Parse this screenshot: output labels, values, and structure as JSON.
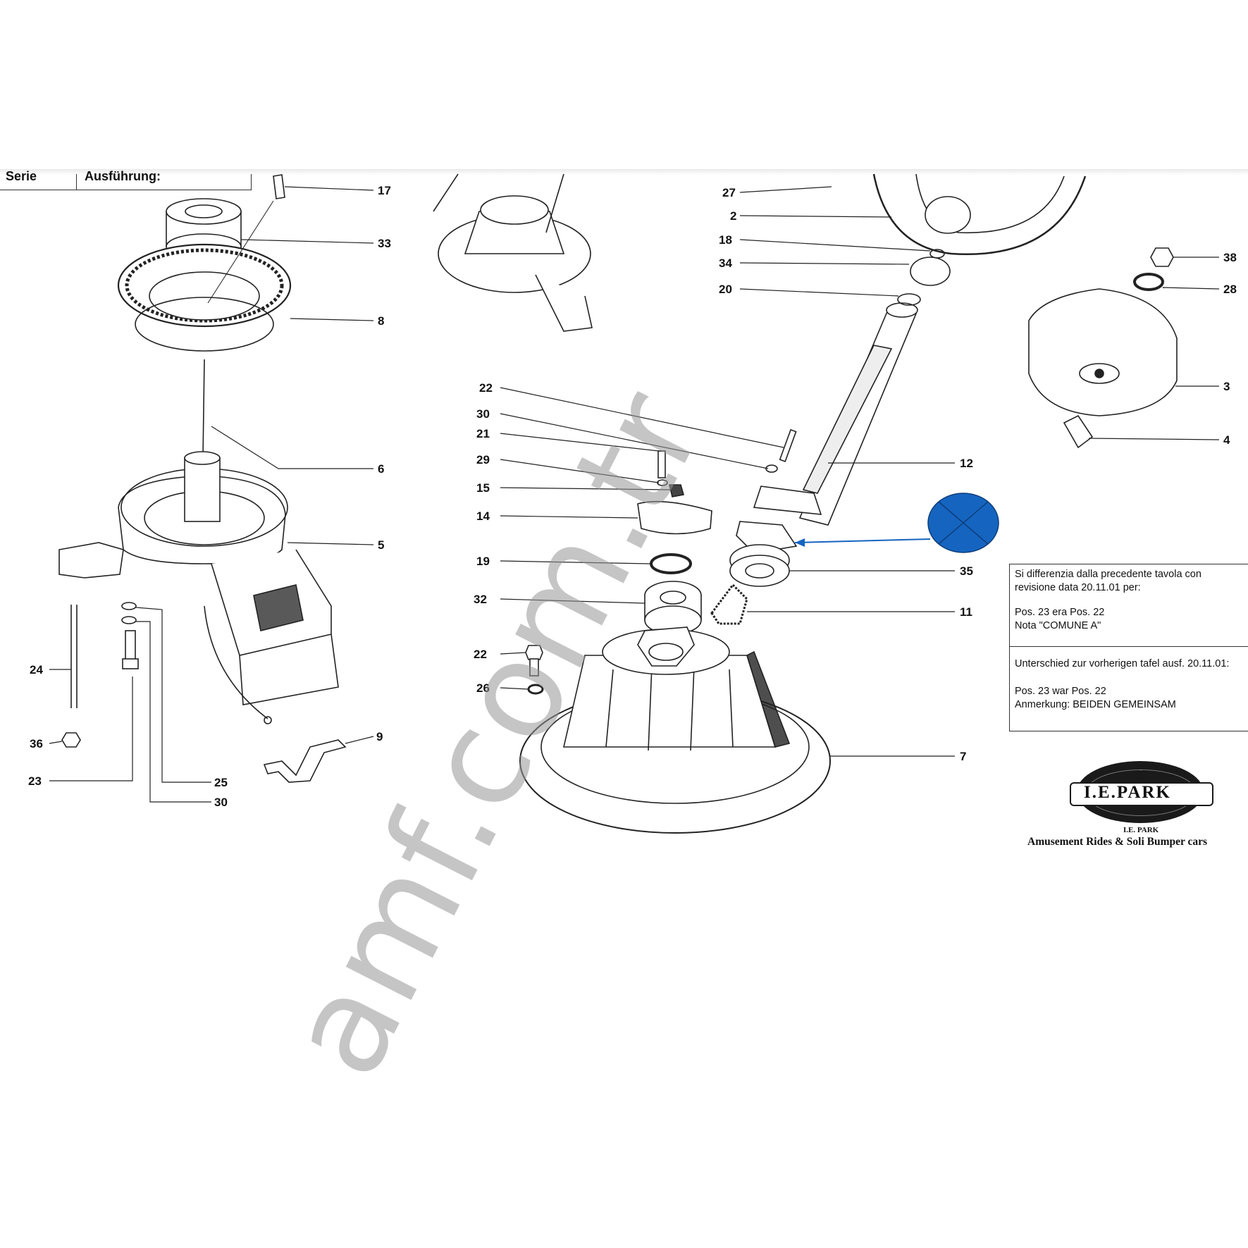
{
  "header": {
    "serie_label": "Serie",
    "ausfuhrung_label": "Ausführung:"
  },
  "callouts": [
    "17",
    "33",
    "8",
    "6",
    "5",
    "24",
    "36",
    "23",
    "25",
    "30",
    "9",
    "27",
    "2",
    "18",
    "34",
    "20",
    "38",
    "28",
    "3",
    "4",
    "22",
    "30",
    "21",
    "29",
    "15",
    "14",
    "19",
    "32",
    "22",
    "26",
    "12",
    "35",
    "11",
    "7"
  ],
  "note": {
    "it_1": "Si differenzia dalla precedente tavola con",
    "it_2": "revisione data 20.11.01 per:",
    "it_3": "Pos. 23 era Pos. 22",
    "it_4": "Nota \"COMUNE A\"",
    "de_1": "Unterschied zur vorherigen tafel ausf. 20.11.01:",
    "de_2": "Pos. 23 war Pos. 22",
    "de_3": "Anmerkung: BEIDEN GEMEINSAM"
  },
  "logo": {
    "name": "I.E.PARK",
    "small": "I.E. PARK",
    "tagline": "Amusement Rides & Soli Bumper cars"
  },
  "watermark": "amf.com.tr",
  "colors": {
    "marker": "#1565c0",
    "line": "#222222"
  }
}
